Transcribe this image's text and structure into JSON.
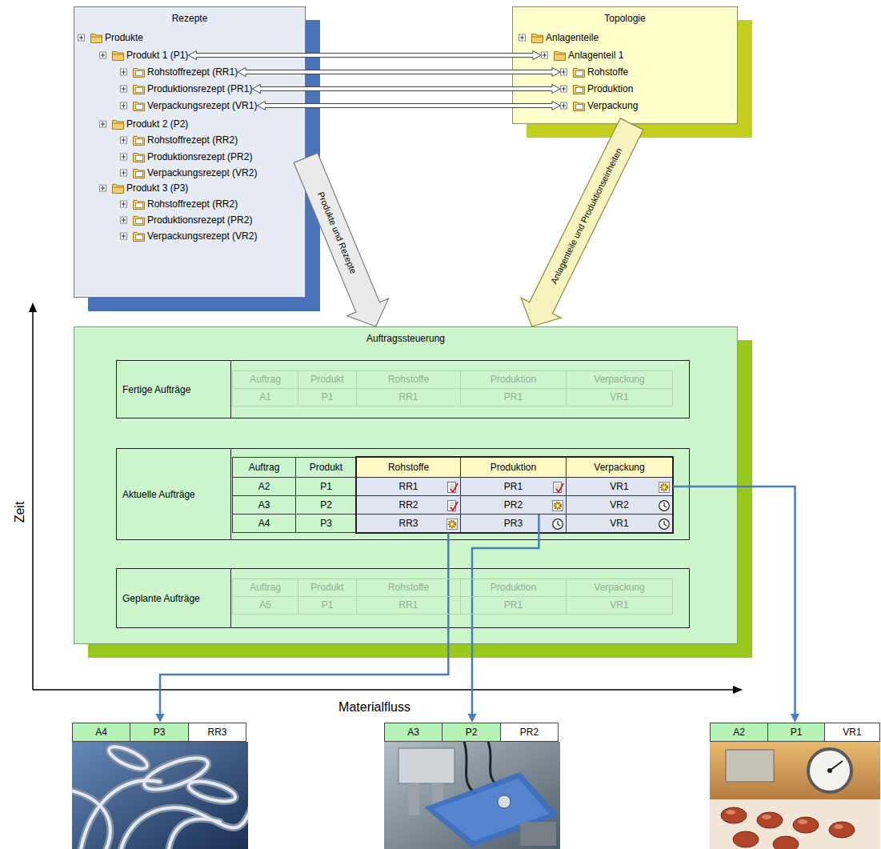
{
  "diagram": {
    "nodes": [
      {
        "text": [
          "Rezepte"
        ]
      },
      {
        "text": [
          "Produkte"
        ],
        "in": 0
      },
      {
        "text": [
          "Produkt 1 (P1)"
        ],
        "in": 0
      },
      {
        "text": [
          "Rohstoffrezept (RR1)"
        ],
        "in": 0
      },
      {
        "text": [
          "Produktionsrezept (PR1)"
        ],
        "in": 0
      },
      {
        "text": [
          "Verpackungsrezept (VR1)"
        ],
        "in": 0
      },
      {
        "text": [
          "Produkt 2 (P2)"
        ],
        "in": 0
      },
      {
        "text": [
          "Rohstoffrezept (RR2)"
        ],
        "in": 0
      },
      {
        "text": [
          "Produktionsrezept (PR2)"
        ],
        "in": 0
      },
      {
        "text": [
          "Verpackungsrezept (VR2)"
        ],
        "in": 0
      },
      {
        "text": [
          "Produkt 3 (P3)"
        ],
        "in": 0
      },
      {
        "text": [
          "Rohstoffrezept (RR2)"
        ],
        "in": 0
      },
      {
        "text": [
          "Produktionsrezept (PR2)"
        ],
        "in": 0
      },
      {
        "text": [
          "Verpackungsrezept (VR2)"
        ],
        "in": 0
      },
      {
        "text": [
          "Topologie"
        ]
      },
      {
        "text": [
          "Anlagenteile"
        ],
        "in": 14
      },
      {
        "text": [
          "Anlagenteil 1"
        ],
        "in": 14
      },
      {
        "text": [
          "Rohstoffe"
        ],
        "in": 14
      },
      {
        "text": [
          "Produktion"
        ],
        "in": 14
      },
      {
        "text": [
          "Verpackung"
        ],
        "in": 14
      },
      {
        "text": [
          "Auftragssteuerung"
        ]
      },
      {
        "text": [
          "Fertige Aufträge"
        ],
        "in": 20
      },
      {
        "text": [
          "Aktuelle Aufträge"
        ],
        "in": 20
      },
      {
        "text": [
          "Auftrag"
        ],
        "in": 22
      },
      {
        "text": [
          "Produkt"
        ],
        "in": 22
      },
      {
        "text": [
          "Rohstoffe"
        ],
        "in": 22
      },
      {
        "text": [
          "Produktion"
        ],
        "in": 22
      },
      {
        "text": [
          "Verpackung"
        ],
        "in": 22
      },
      {
        "text": [
          "A2"
        ],
        "in": 22
      },
      {
        "text": [
          "P1"
        ],
        "in": 22
      },
      {
        "text": [
          "RR1"
        ],
        "in": 22
      },
      {
        "text": [
          "PR1"
        ],
        "in": 22
      },
      {
        "text": [
          "VR1"
        ],
        "in": 22
      },
      {
        "text": [
          "A3"
        ],
        "in": 22
      },
      {
        "text": [
          "P2"
        ],
        "in": 22
      },
      {
        "text": [
          "RR2"
        ],
        "in": 22
      },
      {
        "text": [
          "PR2"
        ],
        "in": 22
      },
      {
        "text": [
          "VR2"
        ],
        "in": 22
      },
      {
        "text": [
          "A4"
        ],
        "in": 22
      },
      {
        "text": [
          "P3"
        ],
        "in": 22
      },
      {
        "text": [
          "RR3"
        ],
        "in": 22
      },
      {
        "text": [
          "PR3"
        ],
        "in": 22
      },
      {
        "text": [
          "VR1"
        ],
        "in": 22
      },
      {
        "text": [
          "Geplante Aufträge"
        ],
        "in": 20
      },
      {
        "text": [
          "A4",
          "P3",
          "RR3"
        ]
      },
      {
        "text": [
          "A3",
          "P2",
          "PR2"
        ]
      },
      {
        "text": [
          "A2",
          "P1",
          "VR1"
        ]
      }
    ],
    "edges": [
      {
        "from": 2,
        "to": 16,
        "arrow": "both"
      },
      {
        "from": 3,
        "to": 17,
        "arrow": "both"
      },
      {
        "from": 4,
        "to": 18,
        "arrow": "both"
      },
      {
        "from": 5,
        "to": 19,
        "arrow": "both"
      },
      {
        "from": 0,
        "to": 20,
        "label": "Produkte und Rezepte",
        "arrow": "to"
      },
      {
        "from": 14,
        "to": 20,
        "label": "Anlagenteile und Produktionseinheiten",
        "arrow": "to"
      },
      {
        "from": 32,
        "to": 46,
        "arrow": "to"
      },
      {
        "from": 36,
        "to": 45,
        "arrow": "to"
      },
      {
        "from": 40,
        "to": 44,
        "arrow": "to"
      }
    ],
    "labels": [
      "Auftrag",
      "Produkt",
      "Rohstoffe",
      "Produktion",
      "Verpackung",
      "A1",
      "P1",
      "RR1",
      "PR1",
      "VR1",
      "Auftrag",
      "Produkt",
      "Rohstoffe",
      "Produktion",
      "Verpackung",
      "A5",
      "P1",
      "RR1",
      "PR1",
      "VR1",
      "Zeit",
      "Materialfluss"
    ]
  }
}
